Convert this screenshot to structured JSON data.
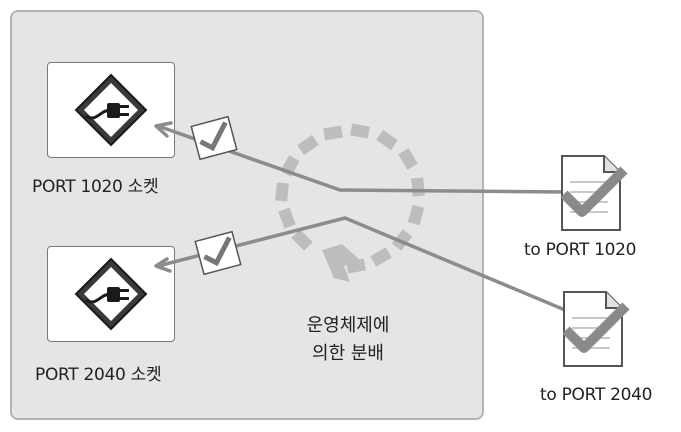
{
  "sockets": [
    {
      "label": "PORT 1020  소켓",
      "icon": "plug-icon"
    },
    {
      "label": "PORT 2040 소켓",
      "icon": "plug-icon"
    }
  ],
  "messages": [
    {
      "label": "to PORT 1020",
      "icon": "checkmark-document-icon"
    },
    {
      "label": "to PORT 2040",
      "icon": "checkmark-document-icon"
    }
  ],
  "center": {
    "line1": "운영체제에",
    "line2": "의한  분배",
    "icon": "dashed-circular-arrow-icon"
  },
  "colors": {
    "panel": "#e5e5e5",
    "line": "#8c8c8c",
    "dash": "#bdbdbd",
    "check": "#8a8a8a"
  }
}
